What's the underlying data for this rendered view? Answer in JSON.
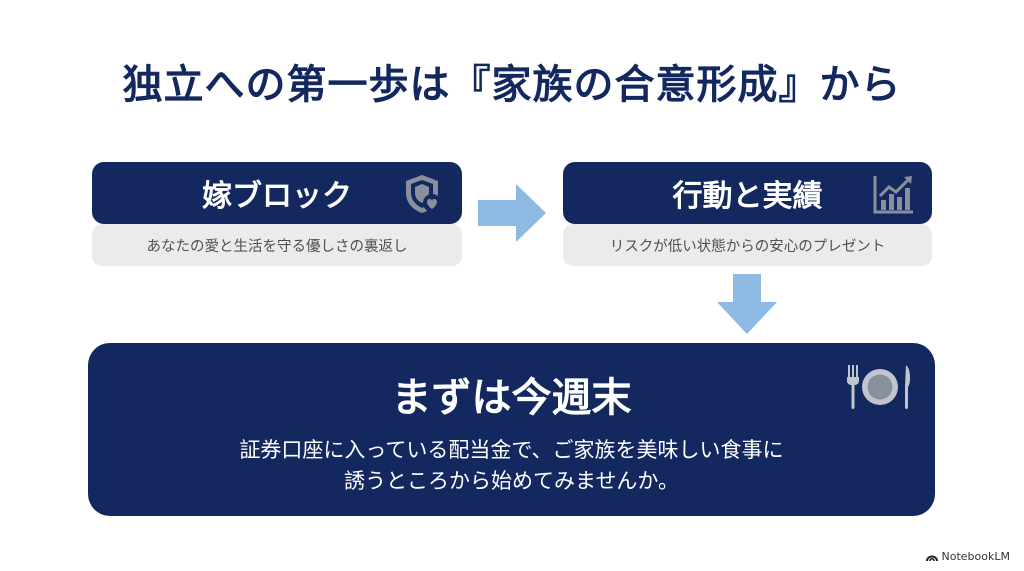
{
  "title": "独立への第一歩は『家族の合意形成』から",
  "cards": [
    {
      "heading": "嫁ブロック",
      "subtitle": "あなたの愛と生活を守る優しさの裏返し",
      "icon": "shield-heart-icon"
    },
    {
      "heading": "行動と実績",
      "subtitle": "リスクが低い状態からの安心のプレゼント",
      "icon": "growth-chart-icon"
    }
  ],
  "main": {
    "heading": "まずは今週末",
    "body_line1": "証券口座に入っている配当金で、ご家族を美味しい食事に",
    "body_line2": "誘うところから始めてみませんか。",
    "icon": "fork-plate-knife-icon"
  },
  "arrows": [
    "arrow-right-icon",
    "arrow-down-icon"
  ],
  "branding": {
    "label": "NotebookLM",
    "icon": "notebooklm-logo-icon"
  },
  "colors": {
    "navy": "#13285e",
    "arrow": "#8db9e3",
    "subtitle_bg": "#ebebed",
    "icon_gray": "#8a8f9c"
  }
}
